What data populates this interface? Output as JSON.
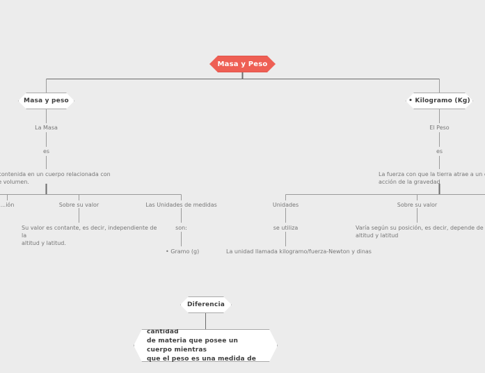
{
  "document": {
    "type": "mind-map",
    "title": "Masa y Peso",
    "background_color": "#ececec",
    "accent_color": "#ee5f54",
    "node_fill": "#ffffff",
    "node_border": "#a9a9a9",
    "line_color": "#9a9a9a",
    "text_color": "#767676"
  },
  "root": {
    "label": "Masa y Peso"
  },
  "branches": [
    {
      "id": "masa",
      "node_label": "Masa y peso",
      "sub_label": "La Masa",
      "connector_label": "es",
      "definition": "...eria contenida en un cuerpo relacionada con\n...ad de volumen.",
      "children": [
        {
          "label": "...ión",
          "connector": "",
          "detail": ""
        },
        {
          "label": "Sobre su valor",
          "connector": "",
          "detail": "Su valor es contante, es decir, independiente de la\naltitud y latitud."
        },
        {
          "label": "Las Unidades de medidas",
          "connector": "son:",
          "detail": "• Gramo (g)"
        }
      ]
    },
    {
      "id": "peso",
      "node_label": "• Kilogramo (Kg)",
      "sub_label": "El Peso",
      "connector_label": "es",
      "definition": "La fuerza con que la tierra atrae a un cuerpo, p...\nacción de la gravedad",
      "children": [
        {
          "label": "Unidades",
          "connector": "se utiliza",
          "detail": "La unidad llamada kilogramo/fuerza-Newton y dinas"
        },
        {
          "label": "Sobre su valor",
          "connector": "",
          "detail": "Varía según su posición, es decir, depende de la\naltitud y latitud"
        }
      ]
    }
  ],
  "footer": {
    "node_label": "Diferencia",
    "summary": "La masa es una medida de la cantidad\nde materia que posee un cuerpo mientras\nque el peso es una medida de la fuerza"
  }
}
